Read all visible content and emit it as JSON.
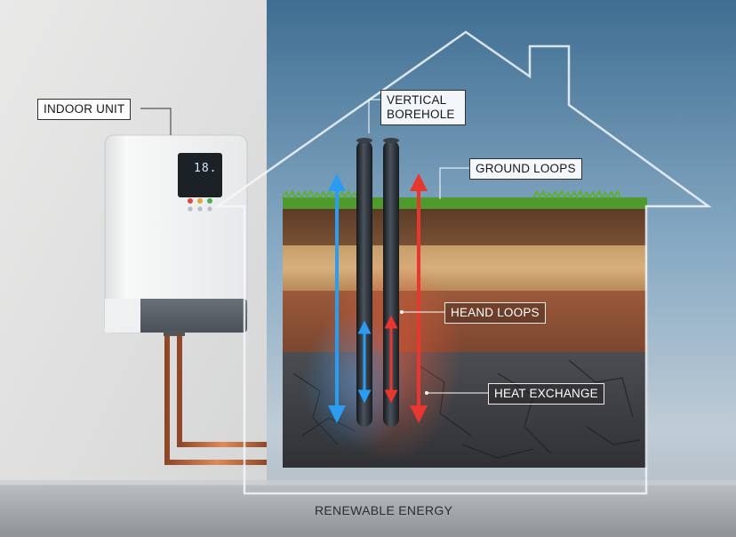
{
  "labels": {
    "indoor_unit": "INDOOR UNIT",
    "vertical_borehole": "VERTICAL BOREHOLE",
    "ground_loops": "GROUND LOOPS",
    "heand_loops": "HEAND LOOPS",
    "heat_exchange": "HEAT EXCHANGE"
  },
  "caption": "RENEWABLE ENERGY",
  "display_readout": "18.",
  "colors": {
    "cold_arrow": "#2b9cf0",
    "hot_arrow": "#e8372f",
    "house_outline": "#f4f7fa",
    "grass": "#4f9a2c",
    "pipe": "#2a2f36",
    "copper": "#c06a3e"
  }
}
